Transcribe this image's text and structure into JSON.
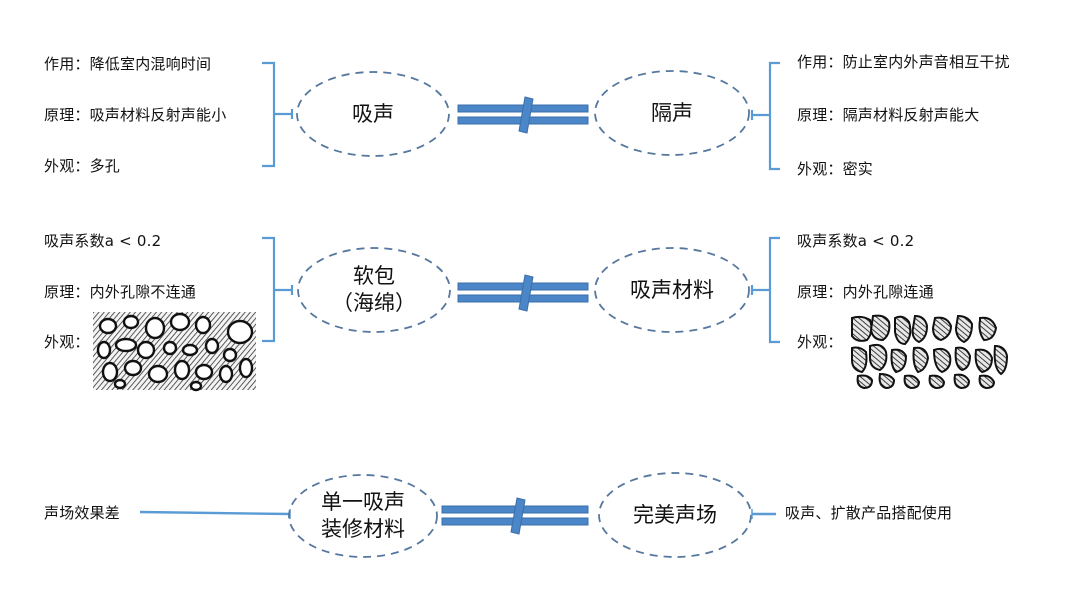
{
  "colors": {
    "bracket": "#5b9bd5",
    "ellipse_stroke": "#56779e",
    "not_equal_fill": "#4a86c8",
    "not_equal_edge": "#3b6fa8",
    "text": "#111111"
  },
  "rows": [
    {
      "left_node": {
        "lines": [
          "吸声"
        ]
      },
      "right_node": {
        "lines": [
          "隔声"
        ]
      },
      "relation": "not-equal",
      "left_items": [
        {
          "text": "作用：降低室内混响时间"
        },
        {
          "text": "原理：吸声材料反射声能小"
        },
        {
          "text": "外观：多孔"
        }
      ],
      "right_items": [
        {
          "text": "作用：防止室内外声音相互干扰"
        },
        {
          "text": "原理：隔声材料反射声能大"
        },
        {
          "text": "外观：密实"
        }
      ]
    },
    {
      "left_node": {
        "lines": [
          "软包",
          "（海绵）"
        ]
      },
      "right_node": {
        "lines": [
          "吸声材料"
        ]
      },
      "relation": "not-equal",
      "left_items": [
        {
          "text": "吸声系数a < 0.2"
        },
        {
          "text": "原理：内外孔隙不连通"
        },
        {
          "text": "外观：",
          "image": "closed-cell-foam-texture"
        }
      ],
      "right_items": [
        {
          "text": "吸声系数a < 0.2"
        },
        {
          "text": "原理：内外孔隙连通"
        },
        {
          "text": "外观：",
          "image": "open-cell-porous-texture"
        }
      ]
    },
    {
      "left_node": {
        "lines": [
          "单一吸声",
          "装修材料"
        ]
      },
      "right_node": {
        "lines": [
          "完美声场"
        ]
      },
      "relation": "not-equal",
      "left_items": [
        {
          "text": "声场效果差"
        }
      ],
      "right_items": [
        {
          "text": "吸声、扩散产品搭配使用"
        }
      ]
    }
  ]
}
